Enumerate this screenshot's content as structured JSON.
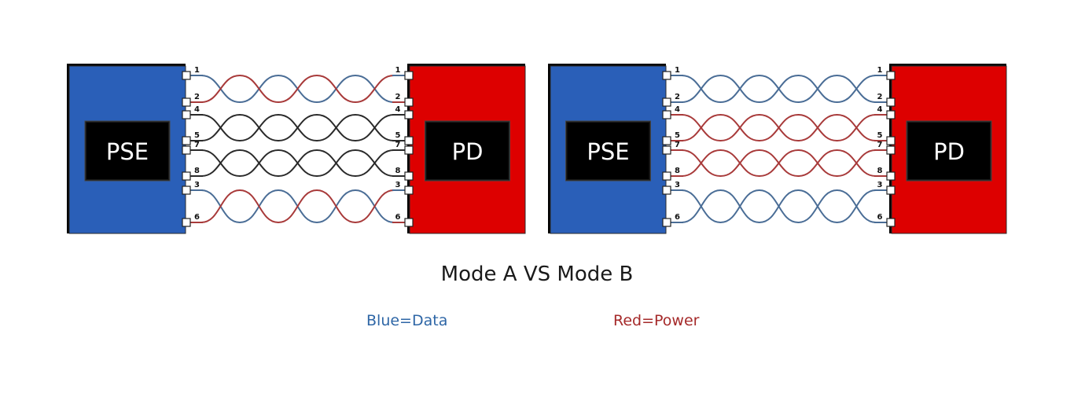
{
  "colors": {
    "pse_fill": "#2a5fb8",
    "pd_fill": "#dd0000",
    "inner_box": "#000000",
    "data_wire": "#4a6d96",
    "power_wire": "#a83a3a",
    "idle_wire": "#2a2a2a",
    "legend_data": "#2e66a6",
    "legend_power": "#a52a2a"
  },
  "diagrams": [
    {
      "name": "Mode A",
      "left_device": "PSE",
      "right_device": "PD",
      "pairs": [
        {
          "pins": [
            "1",
            "2"
          ],
          "wires": [
            "data",
            "power"
          ]
        },
        {
          "pins": [
            "4",
            "5"
          ],
          "wires": [
            "idle",
            "idle"
          ]
        },
        {
          "pins": [
            "7",
            "8"
          ],
          "wires": [
            "idle",
            "idle"
          ]
        },
        {
          "pins": [
            "3",
            "6"
          ],
          "wires": [
            "data",
            "power"
          ]
        }
      ]
    },
    {
      "name": "Mode B",
      "left_device": "PSE",
      "right_device": "PD",
      "pairs": [
        {
          "pins": [
            "1",
            "2"
          ],
          "wires": [
            "data",
            "data"
          ]
        },
        {
          "pins": [
            "4",
            "5"
          ],
          "wires": [
            "power",
            "power"
          ]
        },
        {
          "pins": [
            "7",
            "8"
          ],
          "wires": [
            "power",
            "power"
          ]
        },
        {
          "pins": [
            "3",
            "6"
          ],
          "wires": [
            "data",
            "data"
          ]
        }
      ]
    }
  ],
  "caption": "Mode A VS Mode B",
  "legend": {
    "data": "Blue=Data",
    "power": "Red=Power"
  }
}
